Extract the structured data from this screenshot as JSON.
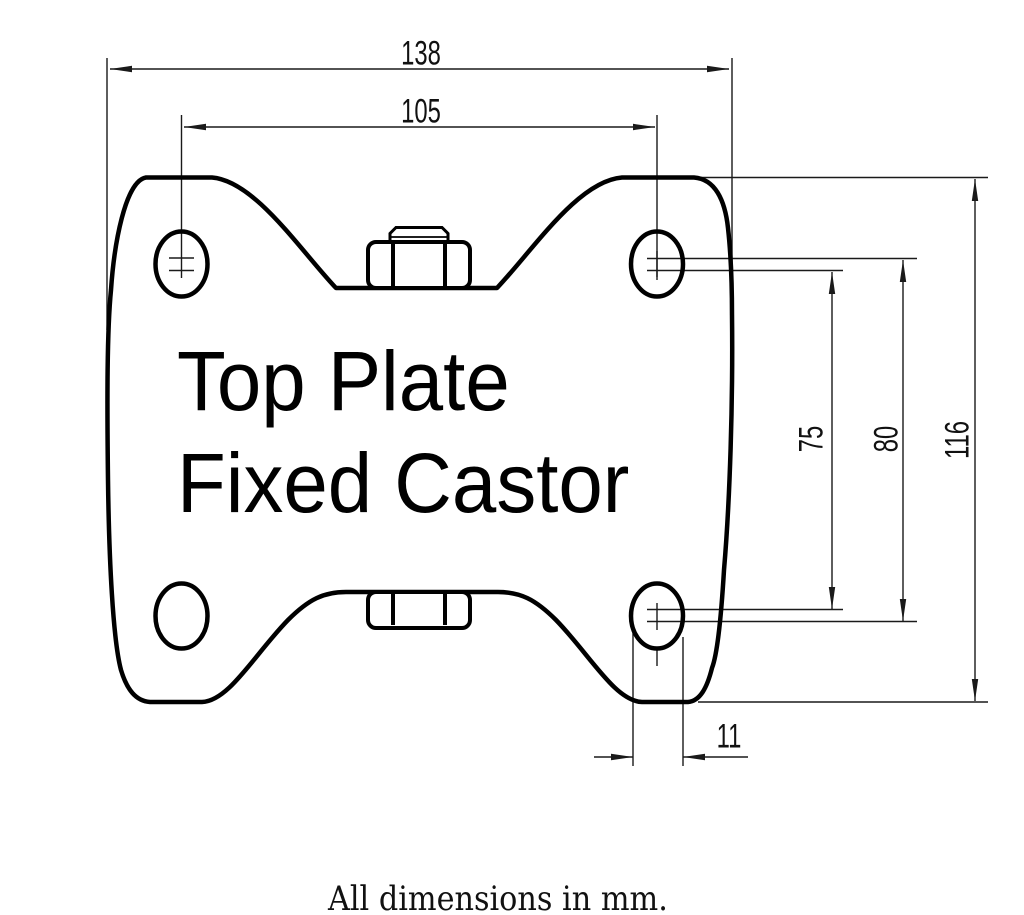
{
  "drawing": {
    "title_line1": "Top Plate",
    "title_line2": "Fixed Castor",
    "footer_note": "All dimensions in mm.",
    "line_color": "#000000",
    "background_color": "#ffffff",
    "dimensions": {
      "overall_width": "138",
      "bolt_hole_spacing_width": "105",
      "bolt_hole_spacing_height_min": "75",
      "bolt_hole_spacing_height_max": "80",
      "overall_height": "116",
      "slot_width": "11"
    }
  }
}
